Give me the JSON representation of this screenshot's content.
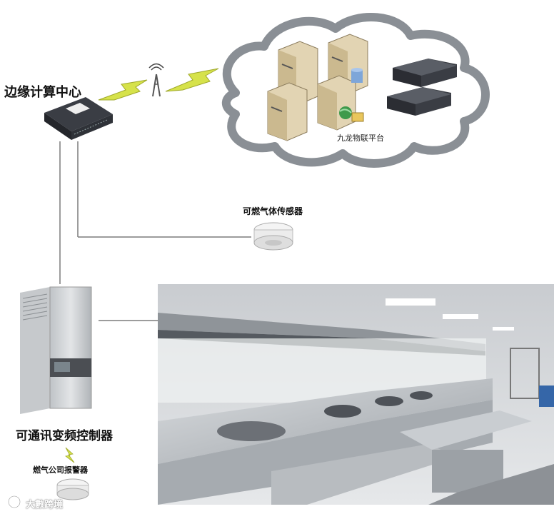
{
  "labels": {
    "edge_center": "边缘计算中心",
    "platform": "九龙物联平台",
    "gas_sensor": "可燃气体传感器",
    "controller": "可通讯变频控制器",
    "alarm": "燃气公司报警器",
    "watermark": "大數跨境"
  },
  "colors": {
    "cloud_stroke": "#8a8f95",
    "lightning": "#d6e24a",
    "connector": "#7b7b7b",
    "server": "#d9c9a6",
    "device_dark": "#2b2d33"
  }
}
